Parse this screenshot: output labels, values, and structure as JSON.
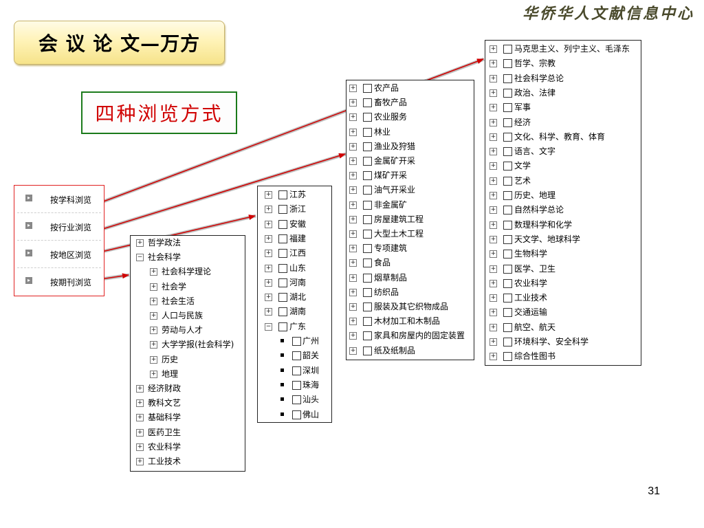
{
  "header": {
    "brand": "华侨华人文献信息中心"
  },
  "title": "会 议 论 文—万方",
  "subtitle": "四种浏览方式",
  "browse_menu": {
    "items": [
      {
        "label": "按学科浏览"
      },
      {
        "label": "按行业浏览"
      },
      {
        "label": "按地区浏览"
      },
      {
        "label": "按期刊浏览"
      }
    ]
  },
  "journal_tree": {
    "items": [
      {
        "label": "哲学政法",
        "state": "collapsed",
        "level": 0
      },
      {
        "label": "社会科学",
        "state": "expanded",
        "level": 0
      },
      {
        "label": "社会科学理论",
        "state": "collapsed",
        "level": 1
      },
      {
        "label": "社会学",
        "state": "collapsed",
        "level": 1
      },
      {
        "label": "社会生活",
        "state": "collapsed",
        "level": 1
      },
      {
        "label": "人口与民族",
        "state": "collapsed",
        "level": 1
      },
      {
        "label": "劳动与人才",
        "state": "collapsed",
        "level": 1
      },
      {
        "label": "大学学报(社会科学)",
        "state": "collapsed",
        "level": 1
      },
      {
        "label": "历史",
        "state": "collapsed",
        "level": 1
      },
      {
        "label": "地理",
        "state": "collapsed",
        "level": 1
      },
      {
        "label": "经济财政",
        "state": "collapsed",
        "level": 0
      },
      {
        "label": "教科文艺",
        "state": "collapsed",
        "level": 0
      },
      {
        "label": "基础科学",
        "state": "collapsed",
        "level": 0
      },
      {
        "label": "医药卫生",
        "state": "collapsed",
        "level": 0
      },
      {
        "label": "农业科学",
        "state": "collapsed",
        "level": 0
      },
      {
        "label": "工业技术",
        "state": "collapsed",
        "level": 0
      }
    ]
  },
  "region_tree": {
    "items": [
      {
        "label": "江苏",
        "state": "collapsed"
      },
      {
        "label": "浙江",
        "state": "collapsed"
      },
      {
        "label": "安徽",
        "state": "collapsed"
      },
      {
        "label": "福建",
        "state": "collapsed"
      },
      {
        "label": "江西",
        "state": "collapsed"
      },
      {
        "label": "山东",
        "state": "collapsed"
      },
      {
        "label": "河南",
        "state": "collapsed"
      },
      {
        "label": "湖北",
        "state": "collapsed"
      },
      {
        "label": "湖南",
        "state": "collapsed"
      },
      {
        "label": "广东",
        "state": "expanded"
      },
      {
        "label": "广州",
        "state": "leaf"
      },
      {
        "label": "韶关",
        "state": "leaf"
      },
      {
        "label": "深圳",
        "state": "leaf"
      },
      {
        "label": "珠海",
        "state": "leaf"
      },
      {
        "label": "汕头",
        "state": "leaf"
      },
      {
        "label": "佛山",
        "state": "leaf"
      }
    ]
  },
  "industry_tree": {
    "items": [
      "农产品",
      "畜牧产品",
      "农业服务",
      "林业",
      "渔业及狩猎",
      "金属矿开采",
      "煤矿开采",
      "油气开采业",
      "非金属矿",
      "房屋建筑工程",
      "大型土木工程",
      "专项建筑",
      "食品",
      "烟草制品",
      "纺织品",
      "服装及其它织物成品",
      "木材加工和木制品",
      "家具和房屋内的固定装置",
      "纸及纸制品"
    ]
  },
  "subject_tree": {
    "items": [
      "马克思主义、列宁主义、毛泽东",
      "哲学、宗教",
      "社会科学总论",
      "政治、法律",
      "军事",
      "经济",
      "文化、科学、教育、体育",
      "语言、文字",
      "文学",
      "艺术",
      "历史、地理",
      "自然科学总论",
      "数理科学和化学",
      "天文学、地球科学",
      "生物科学",
      "医学、卫生",
      "农业科学",
      "工业技术",
      "交通运输",
      "航空、航天",
      "环境科学、安全科学",
      "综合性图书"
    ]
  },
  "page_number": "31",
  "colors": {
    "arrow": "#d00000",
    "subtitle_text": "#d00000",
    "subtitle_border": "#1a7a1a",
    "menu_border": "#e02020"
  }
}
